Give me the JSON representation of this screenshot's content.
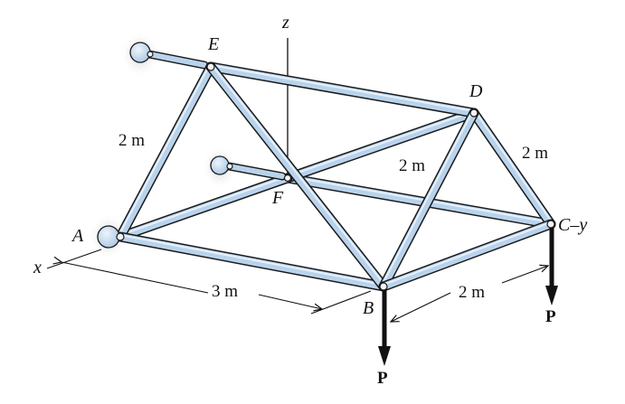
{
  "diagram": {
    "type": "3D space truss",
    "nodes": {
      "A": {
        "label": "A"
      },
      "B": {
        "label": "B"
      },
      "C": {
        "label": "C"
      },
      "D": {
        "label": "D"
      },
      "E": {
        "label": "E"
      },
      "F": {
        "label": "F"
      }
    },
    "axes": {
      "x": "x",
      "y": "y",
      "z": "z",
      "c_y_label": "C–y"
    },
    "dimensions": {
      "AE": "2 m",
      "DC": "2 m",
      "BD": "2 m",
      "AB": "3 m",
      "BC": "2 m"
    },
    "loads": {
      "at_B": "P",
      "at_C": "P"
    },
    "supports": [
      "ball-and-socket at A",
      "short link at E",
      "short link at F"
    ],
    "members": [
      "AE",
      "AF",
      "AB",
      "EB",
      "ED",
      "FD",
      "FC",
      "BD",
      "BC",
      "DC"
    ],
    "colors": {
      "member_fill": "#b9d3ec",
      "member_stroke": "#1a1a1a",
      "support_fill": "#c7dcef",
      "shadow": "#cfcfcf",
      "line": "#111111"
    }
  }
}
